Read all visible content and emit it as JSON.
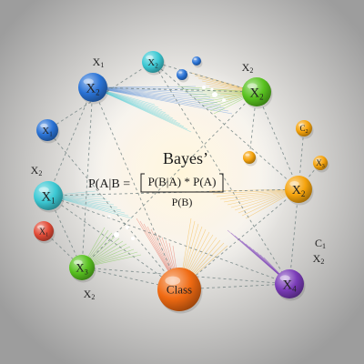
{
  "colors": {
    "background_center": "#ffffff",
    "background_edge": "#9d9d9d",
    "cyan": "#3cc9d4",
    "blue": "#2a73d6",
    "green": "#58c21f",
    "orange": "#f5a30c",
    "red": "#e24a36",
    "purple": "#7a3bb8",
    "class_node": "#f06a12",
    "edge": "#6e7f80"
  },
  "formula": {
    "title": "Bayes’",
    "lhs": "P(A|B =",
    "numerator": "P(B|A) * P(A)",
    "denominator": "P(B)"
  },
  "nodes": [
    {
      "id": "x2_top_left",
      "label": "X2",
      "base": "X",
      "sub": "2",
      "color": "blue",
      "icon": "sphere-node"
    },
    {
      "id": "x2_top",
      "label": "X2",
      "base": "X",
      "sub": "2",
      "color": "cyan",
      "icon": "sphere-node"
    },
    {
      "id": "x2_top_right",
      "label": "X2",
      "base": "X",
      "sub": "2",
      "color": "green",
      "icon": "sphere-node"
    },
    {
      "id": "x1_left",
      "label": "X1",
      "base": "X",
      "sub": "1",
      "color": "blue",
      "icon": "sphere-node"
    },
    {
      "id": "x1_mid_left",
      "label": "X1",
      "base": "X",
      "sub": "1",
      "color": "cyan",
      "icon": "sphere-node"
    },
    {
      "id": "x1_red",
      "label": "X1",
      "base": "X",
      "sub": "1",
      "color": "red",
      "icon": "sphere-node"
    },
    {
      "id": "x3_green",
      "label": "X3",
      "base": "X",
      "sub": "3",
      "color": "green",
      "icon": "sphere-node"
    },
    {
      "id": "class",
      "label": "Class",
      "color": "class_node",
      "icon": "sphere-node"
    },
    {
      "id": "x4_purple",
      "label": "X4",
      "base": "X",
      "sub": "4",
      "color": "purple",
      "icon": "sphere-node"
    },
    {
      "id": "x2_right",
      "label": "X2",
      "base": "X",
      "sub": "2",
      "color": "orange",
      "icon": "sphere-node"
    },
    {
      "id": "c2_small",
      "label": "C2",
      "base": "C",
      "sub": "2",
      "color": "orange",
      "icon": "sphere-node"
    },
    {
      "id": "x3_small",
      "label": "X3",
      "base": "X",
      "sub": "3",
      "color": "orange",
      "icon": "sphere-node"
    },
    {
      "id": "blue_dot_1",
      "label": "",
      "color": "blue",
      "icon": "dot-node"
    },
    {
      "id": "blue_dot_2",
      "label": "",
      "color": "blue",
      "icon": "dot-node"
    },
    {
      "id": "orange_dot",
      "label": "",
      "color": "orange",
      "icon": "dot-node"
    }
  ],
  "floating_labels": [
    {
      "id": "fl_x1_top",
      "base": "X",
      "sub": "1"
    },
    {
      "id": "fl_x2_top_right",
      "base": "X",
      "sub": "2"
    },
    {
      "id": "fl_x2_left",
      "base": "X",
      "sub": "2"
    },
    {
      "id": "fl_c1_right",
      "base": "C",
      "sub": "1"
    },
    {
      "id": "fl_x2_right",
      "base": "X",
      "sub": "2"
    },
    {
      "id": "fl_x2_bottom",
      "base": "X",
      "sub": "2"
    }
  ]
}
